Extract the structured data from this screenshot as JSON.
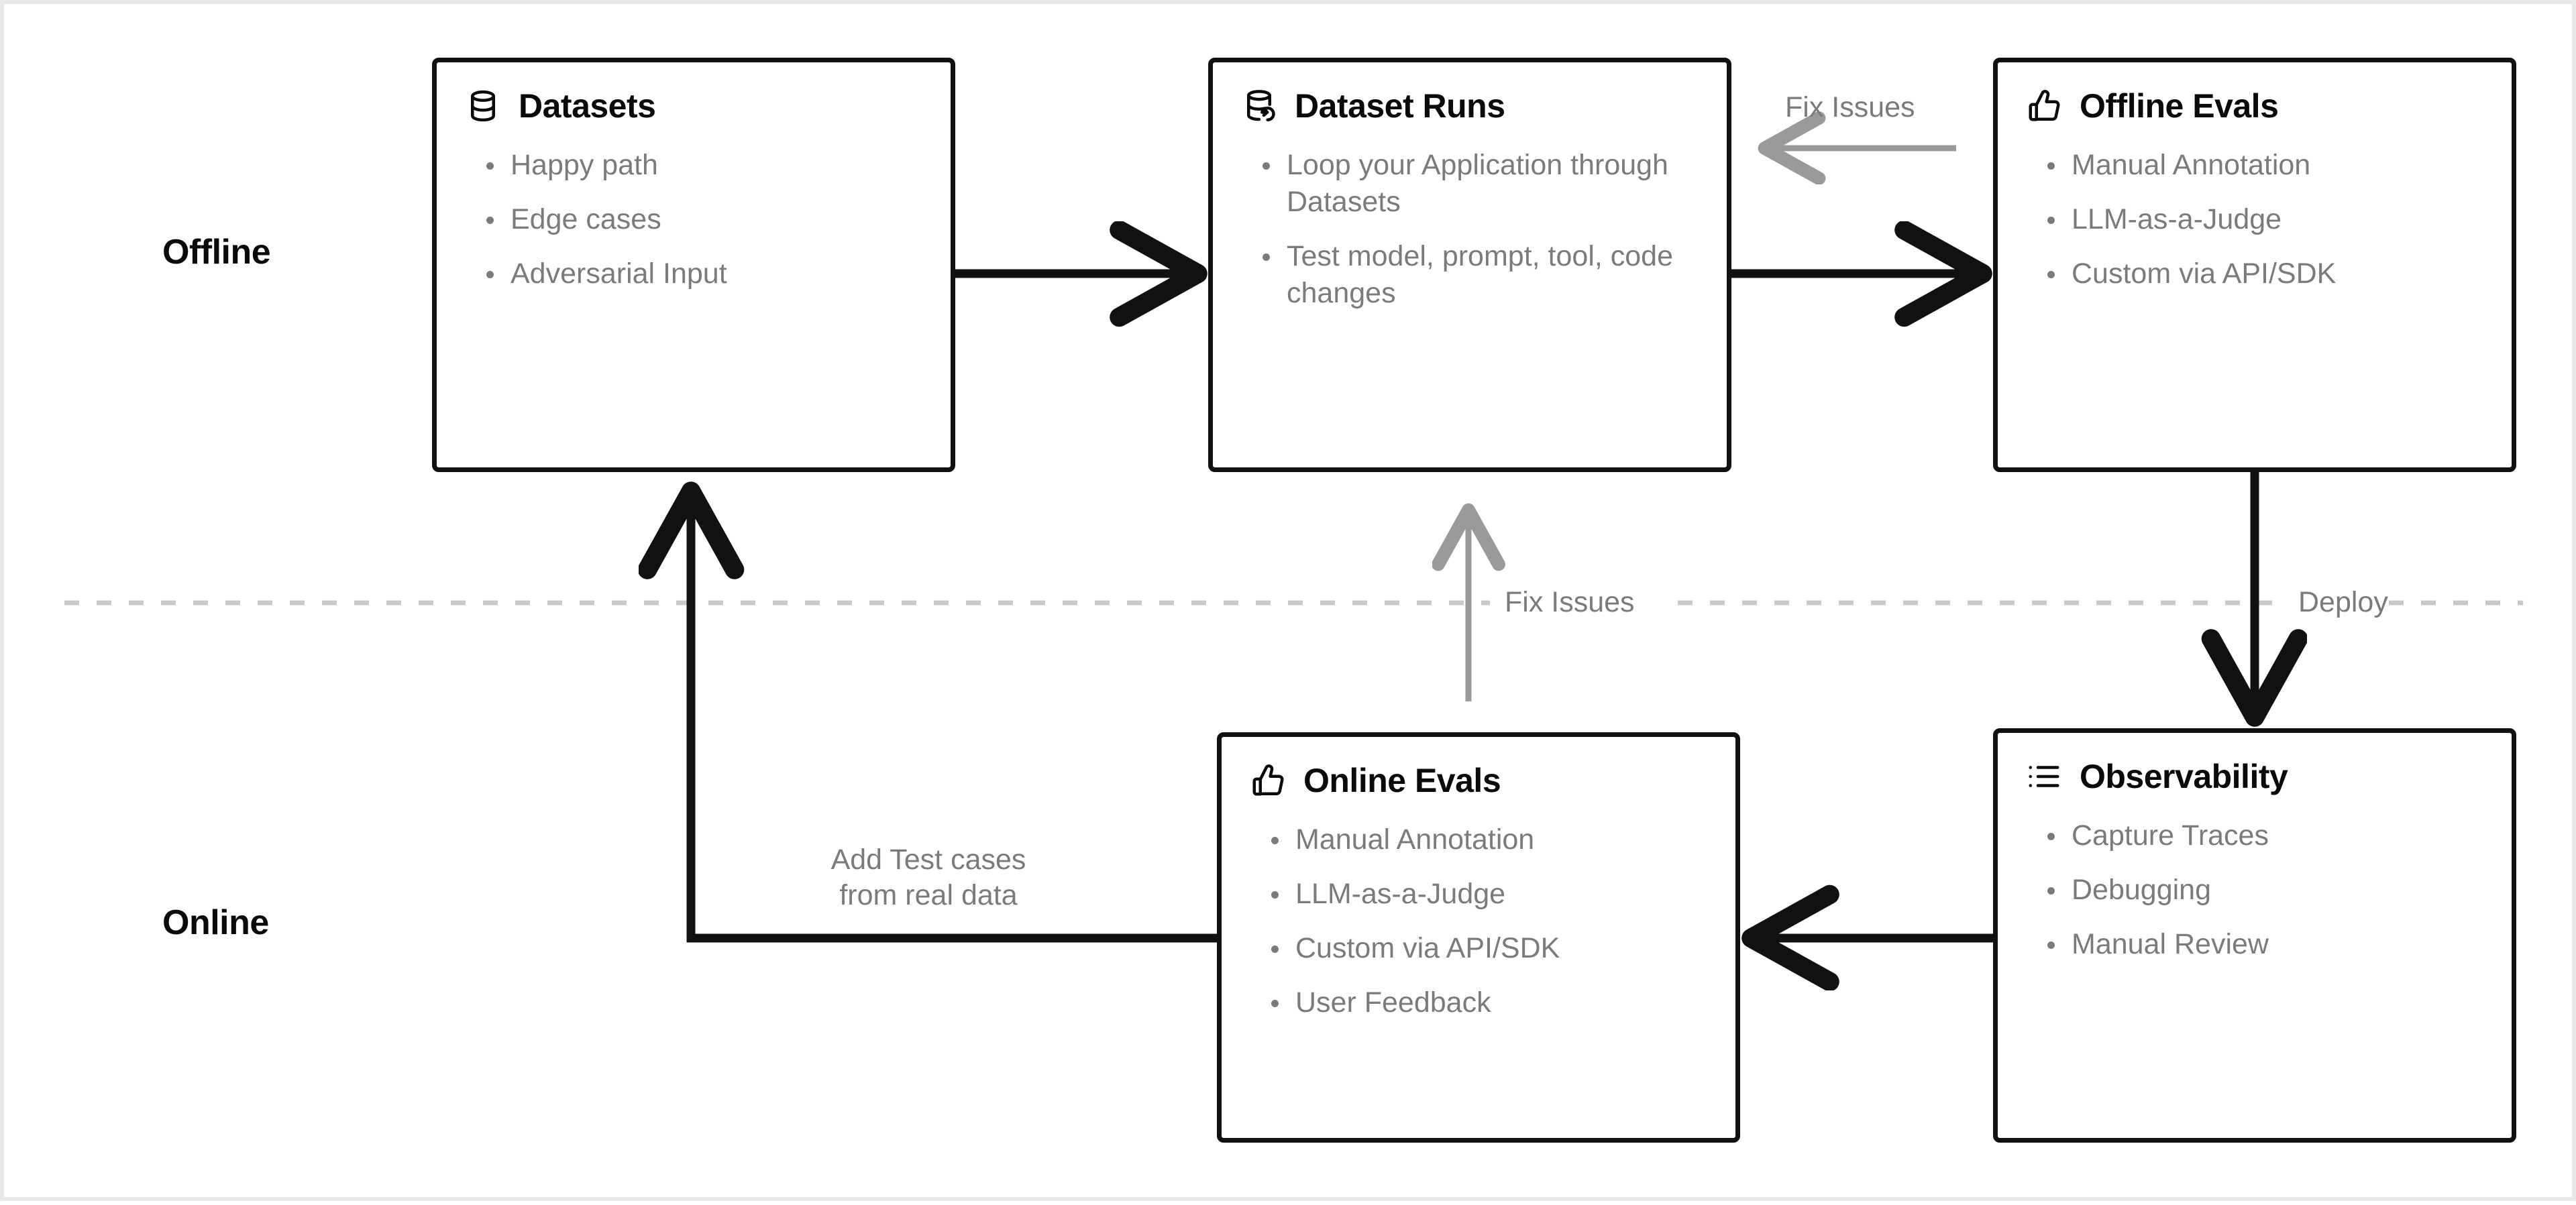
{
  "diagram": {
    "title": "LLM Evaluation Lifecycle",
    "section_labels": [
      {
        "id": "offline",
        "text": "Offline"
      },
      {
        "id": "online",
        "text": "Online"
      }
    ],
    "colors": {
      "node_border": "#111111",
      "node_background": "#ffffff",
      "title_text": "#0a0a0a",
      "bullet_text": "#7b7b7b",
      "solid_edge": "#111111",
      "muted_edge": "#9a9a9a",
      "divider": "#c9c9c9",
      "frame": "#e8e8e8"
    },
    "nodes": [
      {
        "id": "datasets",
        "title": "Datasets",
        "icon": "database-icon",
        "bullets": [
          "Happy path",
          "Edge cases",
          "Adversarial Input"
        ]
      },
      {
        "id": "dataset-runs",
        "title": "Dataset Runs",
        "icon": "database-refresh-icon",
        "bullets": [
          "Loop your Application through Datasets",
          "Test model, prompt, tool, code changes"
        ]
      },
      {
        "id": "offline-evals",
        "title": "Offline Evals",
        "icon": "thumbs-up-icon",
        "bullets": [
          "Manual Annotation",
          "LLM-as-a-Judge",
          "Custom via API/SDK"
        ]
      },
      {
        "id": "online-evals",
        "title": "Online Evals",
        "icon": "thumbs-up-icon",
        "bullets": [
          "Manual Annotation",
          "LLM-as-a-Judge",
          "Custom via API/SDK",
          "User Feedback"
        ]
      },
      {
        "id": "observability",
        "title": "Observability",
        "icon": "list-tree-icon",
        "bullets": [
          "Capture Traces",
          "Debugging",
          "Manual Review"
        ]
      }
    ],
    "edges": [
      {
        "id": "datasets-to-runs",
        "from": "datasets",
        "to": "dataset-runs",
        "label": "",
        "style": "solid-black"
      },
      {
        "id": "runs-to-offline-evals",
        "from": "dataset-runs",
        "to": "offline-evals",
        "label": "",
        "style": "solid-black"
      },
      {
        "id": "offline-evals-to-runs",
        "from": "offline-evals",
        "to": "dataset-runs",
        "label": "Fix Issues",
        "style": "solid-gray"
      },
      {
        "id": "offline-evals-to-observability",
        "from": "offline-evals",
        "to": "observability",
        "label": "Deploy",
        "style": "solid-black"
      },
      {
        "id": "observability-to-online-evals",
        "from": "observability",
        "to": "online-evals",
        "label": "",
        "style": "solid-black"
      },
      {
        "id": "online-evals-to-datasets",
        "from": "online-evals",
        "to": "datasets",
        "label": "Add Test cases\nfrom real data",
        "style": "solid-black"
      },
      {
        "id": "online-evals-to-dataset-runs",
        "from": "online-evals",
        "to": "dataset-runs",
        "label": "Fix Issues",
        "style": "solid-gray"
      }
    ],
    "edge_labels": {
      "fix_issues_top": "Fix Issues",
      "fix_issues_middle": "Fix Issues",
      "deploy": "Deploy",
      "add_test_cases_line1": "Add Test cases",
      "add_test_cases_line2": "from real data"
    },
    "divider": {
      "style": "dashed",
      "orientation": "horizontal"
    }
  }
}
